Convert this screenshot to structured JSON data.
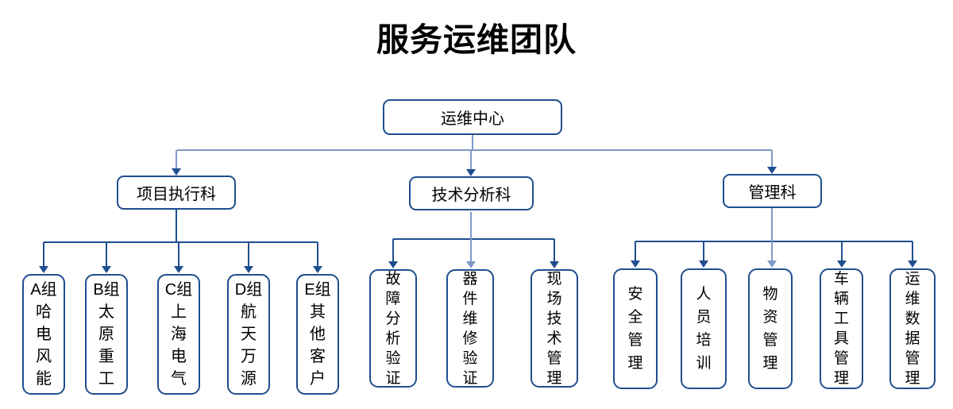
{
  "title": "服务运维团队",
  "colors": {
    "box_border": "#1f4e8f",
    "line_dark": "#1f4e8f",
    "line_light": "#7d99c7",
    "text": "#000000",
    "background": "#ffffff"
  },
  "tree": {
    "root": "运维中心",
    "branches": [
      {
        "label": "项目执行科",
        "children": [
          "A组\n哈\n电\n风\n能",
          "B组\n太\n原\n重\n工",
          "C组\n上\n海\n电\n气",
          "D组\n航\n天\n万\n源",
          "E组\n其\n他\n客\n户"
        ]
      },
      {
        "label": "技术分析科",
        "children": [
          "故\n障\n分\n析\n验\n证",
          "器\n件\n维\n修\n验\n证",
          "现\n场\n技\n术\n管\n理"
        ]
      },
      {
        "label": "管理科",
        "children": [
          "安\n全\n管\n理",
          "人\n员\n培\n训",
          "物\n资\n管\n理",
          "车\n辆\n工\n具\n管\n理",
          "运\n维\n数\n据\n管\n理"
        ]
      }
    ]
  }
}
